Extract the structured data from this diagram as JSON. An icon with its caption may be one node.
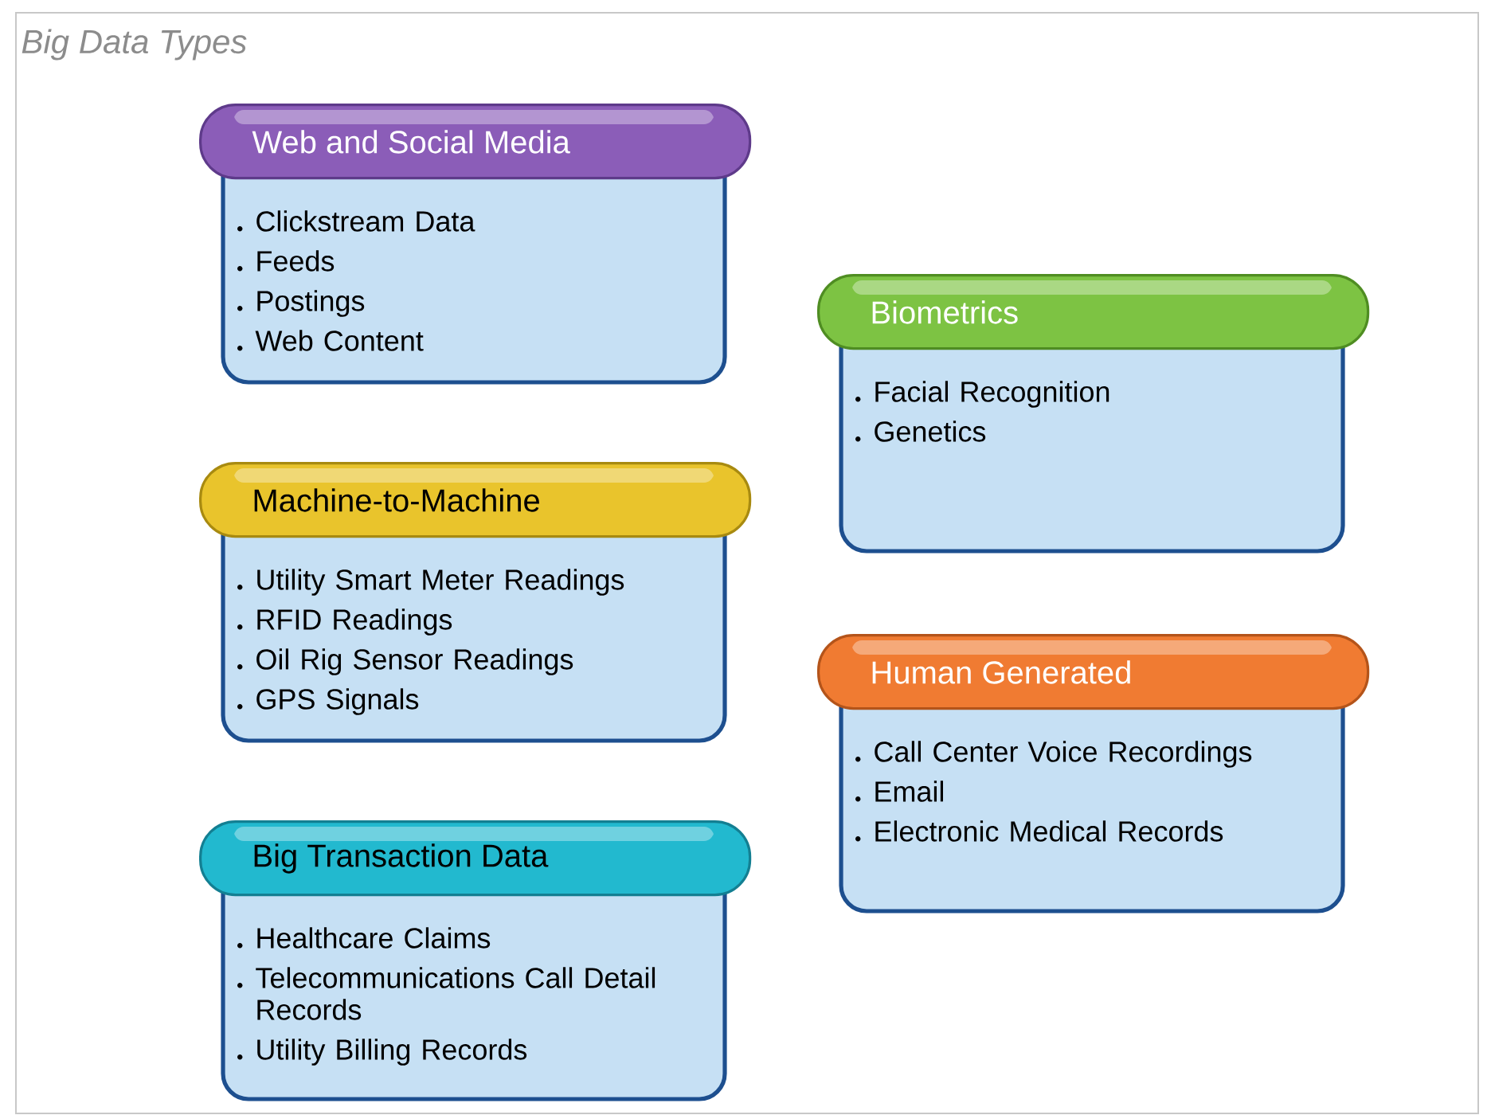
{
  "diagram": {
    "title": "Big Data Types",
    "nodes": [
      {
        "text": [
          "Web and Social Media",
          "Clickstream Data",
          "Feeds",
          "Postings",
          "Web Content"
        ]
      },
      {
        "text": [
          "Machine-to-Machine",
          "Utility Smart Meter Readings",
          "RFID Readings",
          "Oil Rig Sensor Readings",
          "GPS Signals"
        ]
      },
      {
        "text": [
          "Big Transaction Data",
          "Healthcare Claims",
          "Telecommunications Call Detail Records",
          "Utility Billing Records"
        ]
      },
      {
        "text": [
          "Biometrics",
          "Facial Recognition",
          "Genetics"
        ]
      },
      {
        "text": [
          "Human Generated",
          "Call Center Voice Recordings",
          "Email",
          "Electronic Medical Records"
        ]
      }
    ]
  }
}
